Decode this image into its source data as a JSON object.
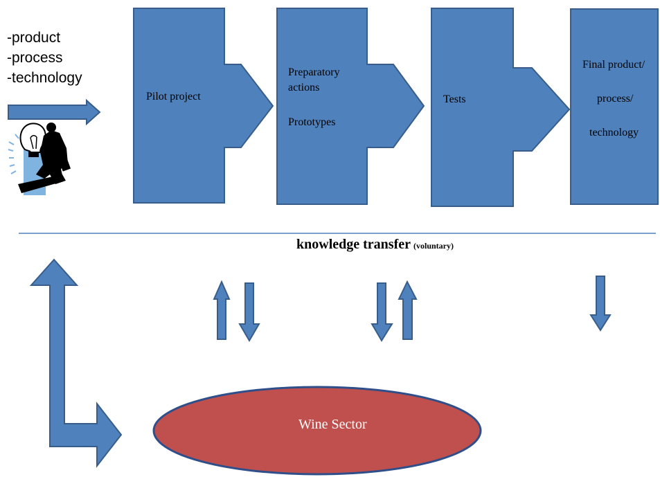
{
  "inputs": {
    "items": [
      "-product",
      "-process",
      "-technology"
    ]
  },
  "stages": [
    {
      "label_lines": [
        "Pilot project"
      ]
    },
    {
      "label_lines": [
        "Preparatory",
        "actions",
        "Prototypes"
      ]
    },
    {
      "label_lines": [
        "Tests"
      ]
    },
    {
      "label_lines": [
        "Final product/",
        "process/",
        "technology"
      ]
    }
  ],
  "knowledge_transfer": {
    "label": "knowledge transfer",
    "qualifier": "(voluntary)"
  },
  "sector": {
    "label": "Wine Sector"
  },
  "colors": {
    "block_fill": "#4f81bd",
    "block_stroke": "#385d8a",
    "ellipse_fill": "#c0504d",
    "ellipse_stroke": "#2f4f8a",
    "divider": "#4f81bd"
  }
}
